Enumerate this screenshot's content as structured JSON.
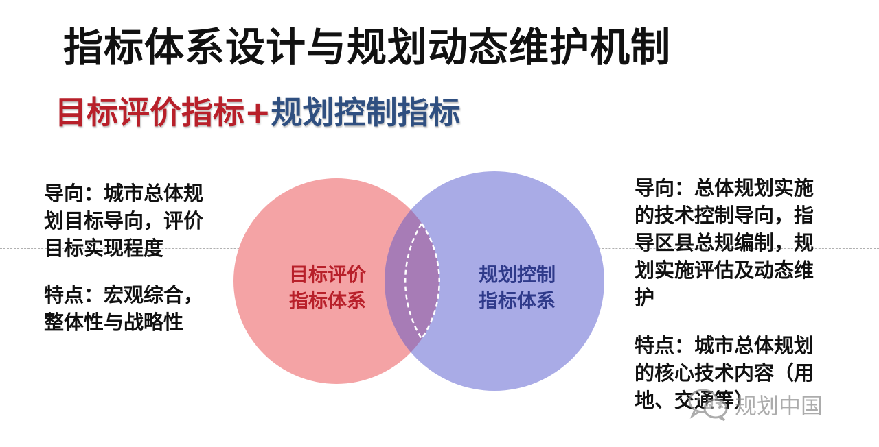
{
  "title": "指标体系设计与规划动态维护机制",
  "subtitle": {
    "part1": "目标评价指标",
    "plus": "+",
    "part2": "规划控制指标"
  },
  "venn": {
    "left_label_line1": "目标评价",
    "left_label_line2": "指标体系",
    "right_label_line1": "规划控制",
    "right_label_line2": "指标体系",
    "colors": {
      "left_fill": "#f4a3a5",
      "right_fill": "#a9abe6",
      "overlap_fill": "#a77cb6",
      "left_label": "#b8202a",
      "right_label": "#2f3a8a"
    }
  },
  "left_text": {
    "orientation": "导向：城市总体规\n划目标导向，评价\n目标实现程度",
    "features": "特点：宏观综合，\n整体性与战略性"
  },
  "right_text": {
    "orientation": "导向：总体规划实施\n的技术控制导向，指\n导区县总规编制，规\n划实施评估及动态维\n护",
    "features": "特点：城市总体规划\n的核心技术内容（用\n地、交通等）"
  },
  "watermark": {
    "icon": "wechat-icon",
    "text": "规划中国"
  }
}
